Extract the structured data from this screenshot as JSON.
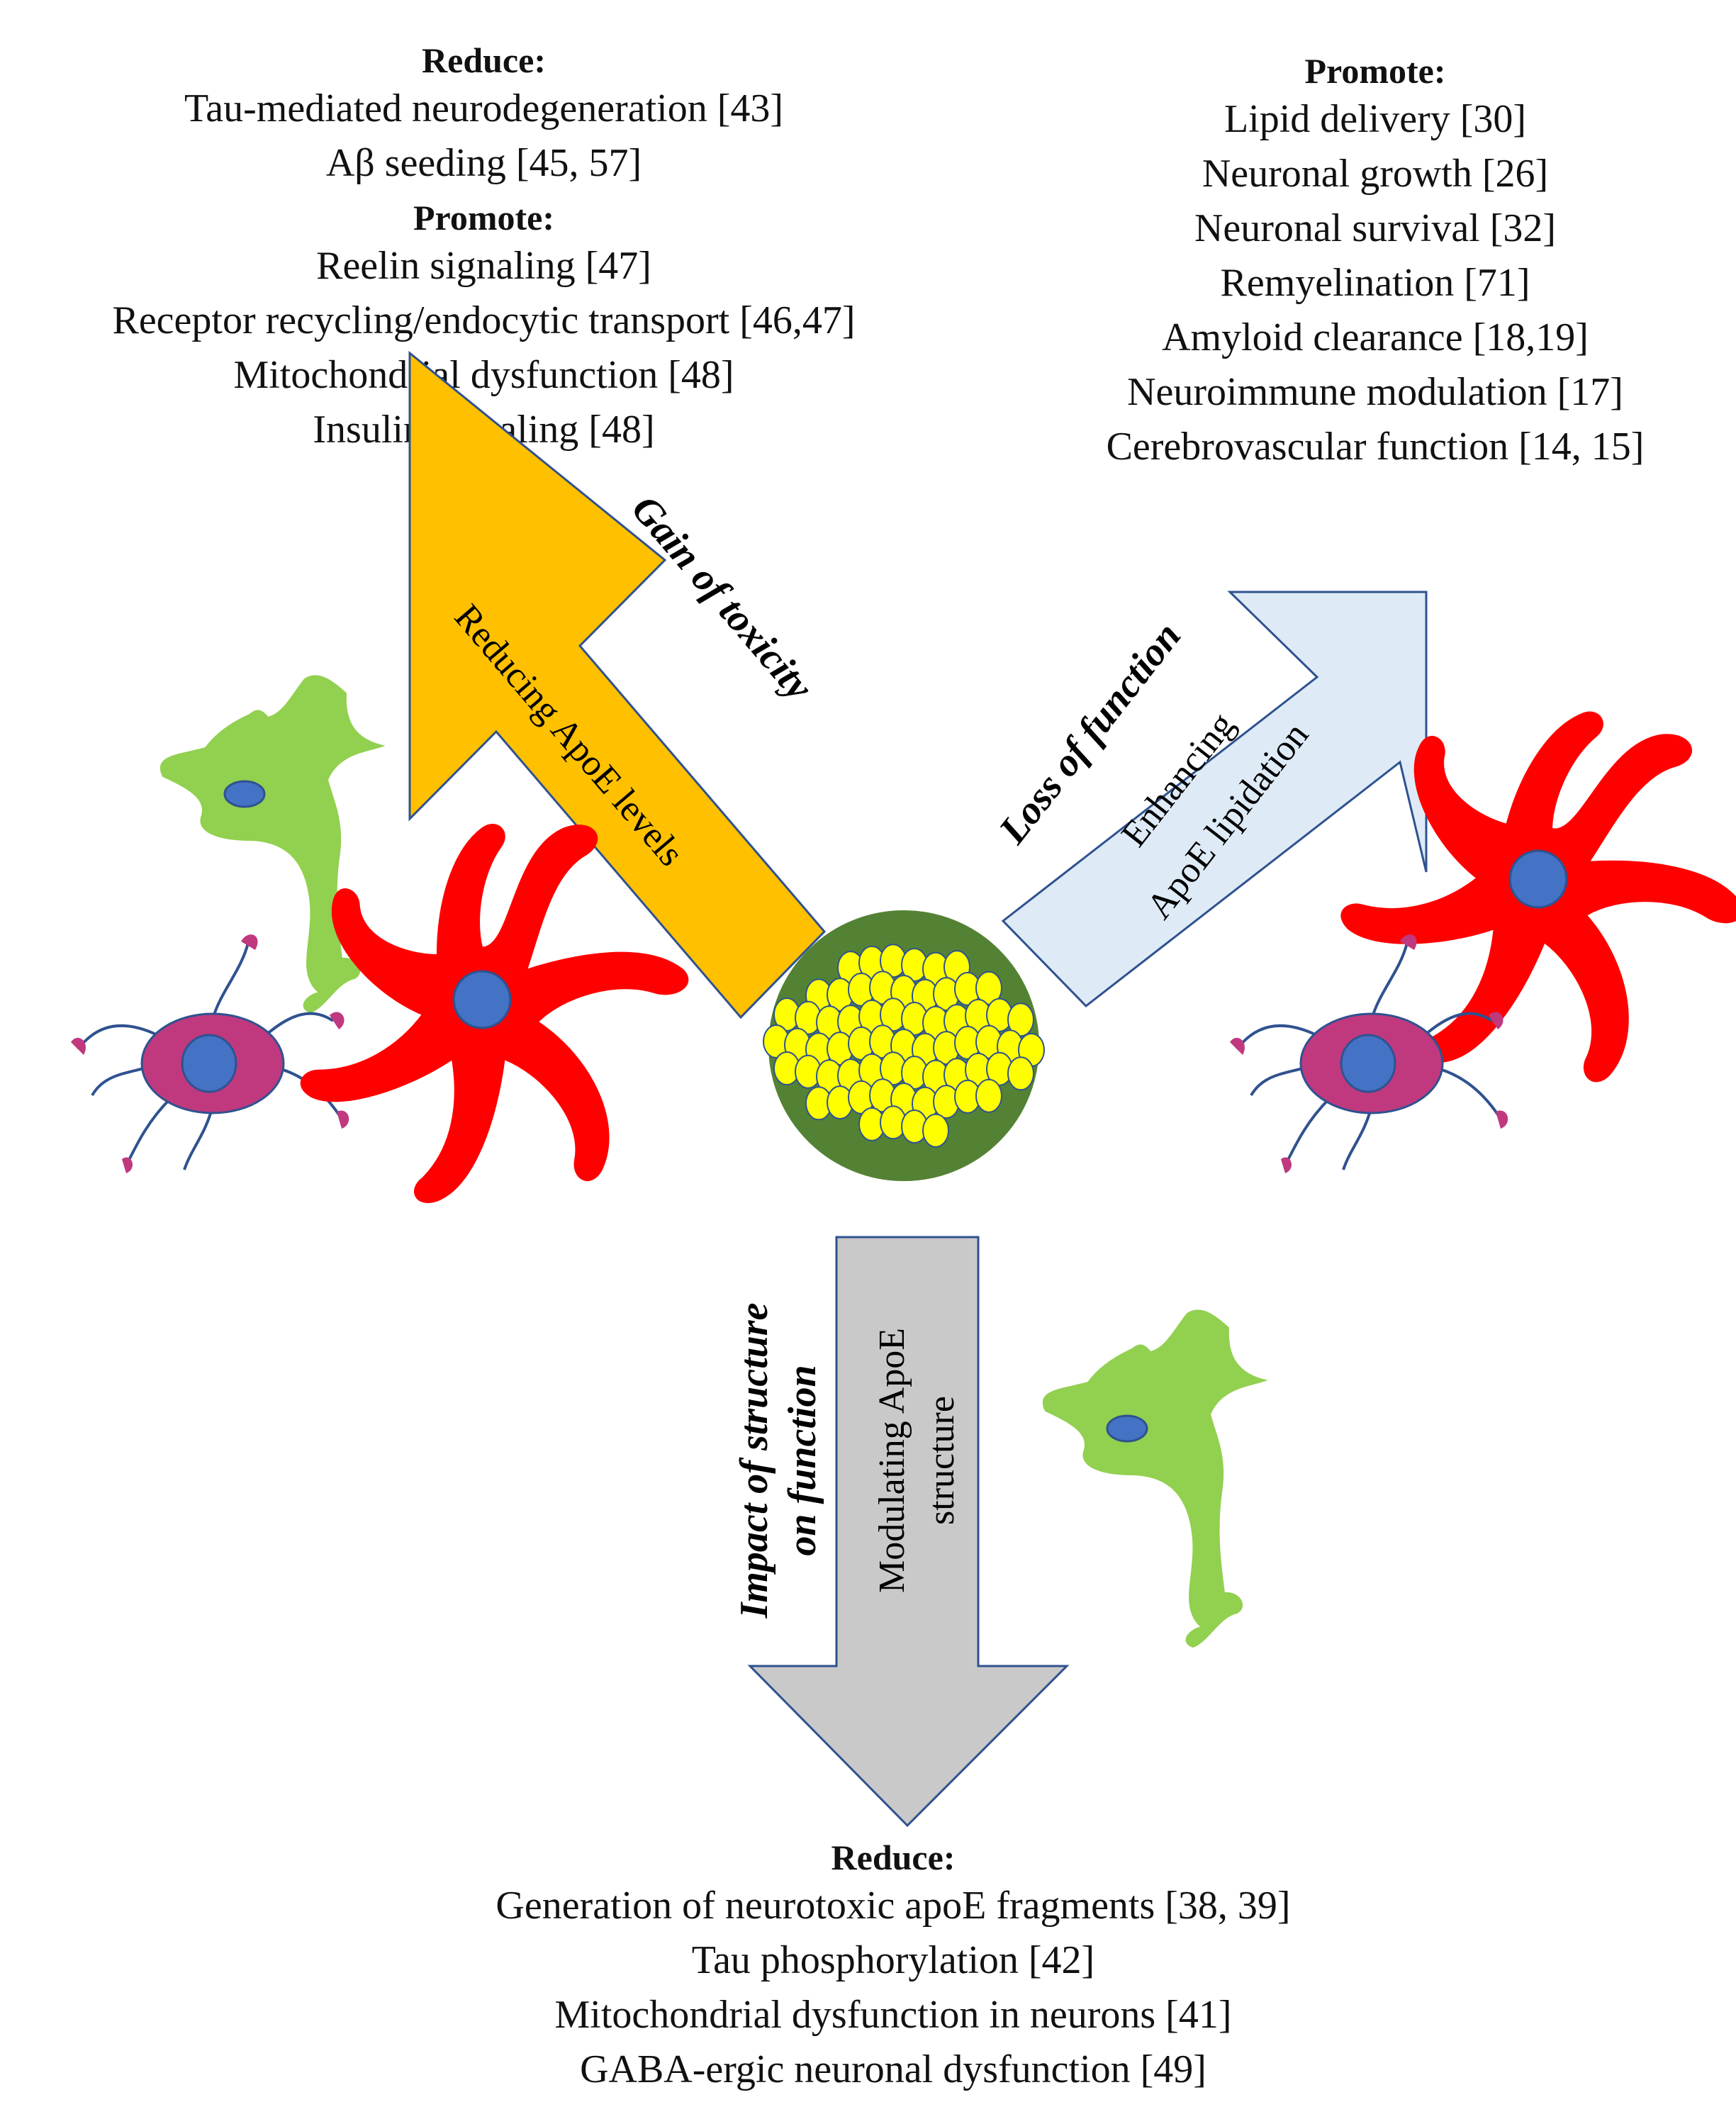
{
  "top_left": {
    "reduce_heading": "Reduce:",
    "reduce_items": [
      "Tau-mediated neurodegeneration [43]",
      "Aβ seeding [45, 57]"
    ],
    "promote_heading": "Promote:",
    "promote_items": [
      "Reelin signaling [47]",
      "Receptor recycling/endocytic transport [46,47]",
      "Mitochondrial dysfunction [48]",
      "Insulin signaling [48]"
    ]
  },
  "top_right": {
    "promote_heading": "Promote:",
    "promote_items": [
      "Lipid delivery [30]",
      "Neuronal growth [26]",
      "Neuronal survival [32]",
      "Remyelination [71]",
      "Amyloid clearance [18,19]",
      "Neuroimmune modulation [17]",
      "Cerebrovascular function [14, 15]"
    ]
  },
  "bottom": {
    "reduce_heading": "Reduce:",
    "reduce_items": [
      "Generation of neurotoxic apoE fragments [38, 39]",
      "Tau phosphorylation [42]",
      "Mitochondrial dysfunction in neurons [41]",
      "GABA-ergic neuronal dysfunction [49]"
    ]
  },
  "arrows": {
    "left": {
      "side_label": "Gain of toxicity",
      "inner_label": "Reducing ApoE levels",
      "color": "#FFC000"
    },
    "right": {
      "side_label": "Loss of function",
      "inner_label_1": "Enhancing",
      "inner_label_2": "ApoE lipidation",
      "color": "#DEEBF7"
    },
    "down": {
      "side_label_1": "Impact of structure",
      "side_label_2": "on function",
      "inner_label_1": "Modulating ApoE",
      "inner_label_2": "structure",
      "color": "#C9C9C9"
    }
  },
  "colors": {
    "astrocyte": "#FF0000",
    "neuron": "#92D050",
    "microglia": "#C0397F",
    "nucleus": "#4472C4",
    "lipoprotein_core": "#548235",
    "lipid": "#FFFF00",
    "outline": "#2F528F"
  },
  "icons": [
    "astrocyte-icon",
    "neuron-icon",
    "microglia-icon",
    "lipoprotein-icon"
  ]
}
